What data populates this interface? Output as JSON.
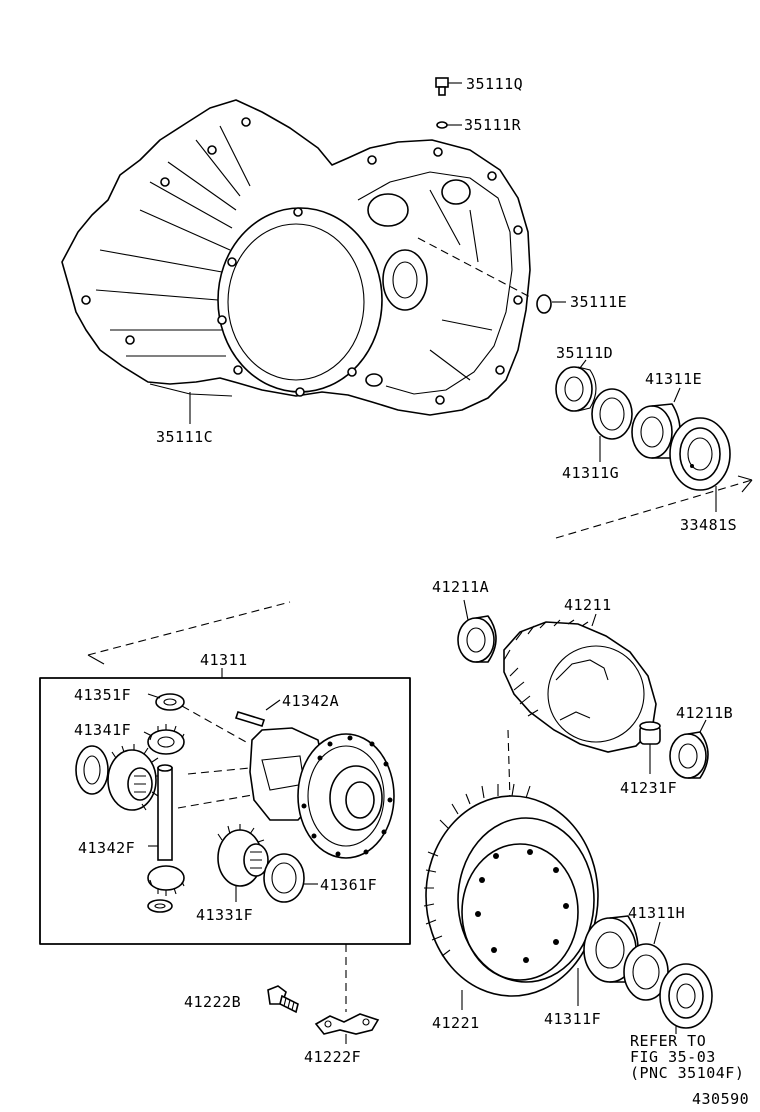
{
  "labels": {
    "p35111Q": "35111Q",
    "p35111R": "35111R",
    "p35111E": "35111E",
    "p35111D": "35111D",
    "p41311E": "41311E",
    "p41311G": "41311G",
    "p33481S": "33481S",
    "p35111C": "35111C",
    "p41211A": "41211A",
    "p41211": "41211",
    "p41211B": "41211B",
    "p41231F": "41231F",
    "p41311": "41311",
    "p41351F": "41351F",
    "p41342A": "41342A",
    "p41341F": "41341F",
    "p41342F": "41342F",
    "p41331F": "41331F",
    "p41361F": "41361F",
    "p41222B": "41222B",
    "p41222F": "41222F",
    "p41221": "41221",
    "p41311F": "41311F",
    "p41311H": "41311H"
  },
  "reference_note": {
    "line1": "REFER TO",
    "line2": "FIG 35-03",
    "line3": "(PNC 35104F)"
  },
  "figure_number": "430590"
}
